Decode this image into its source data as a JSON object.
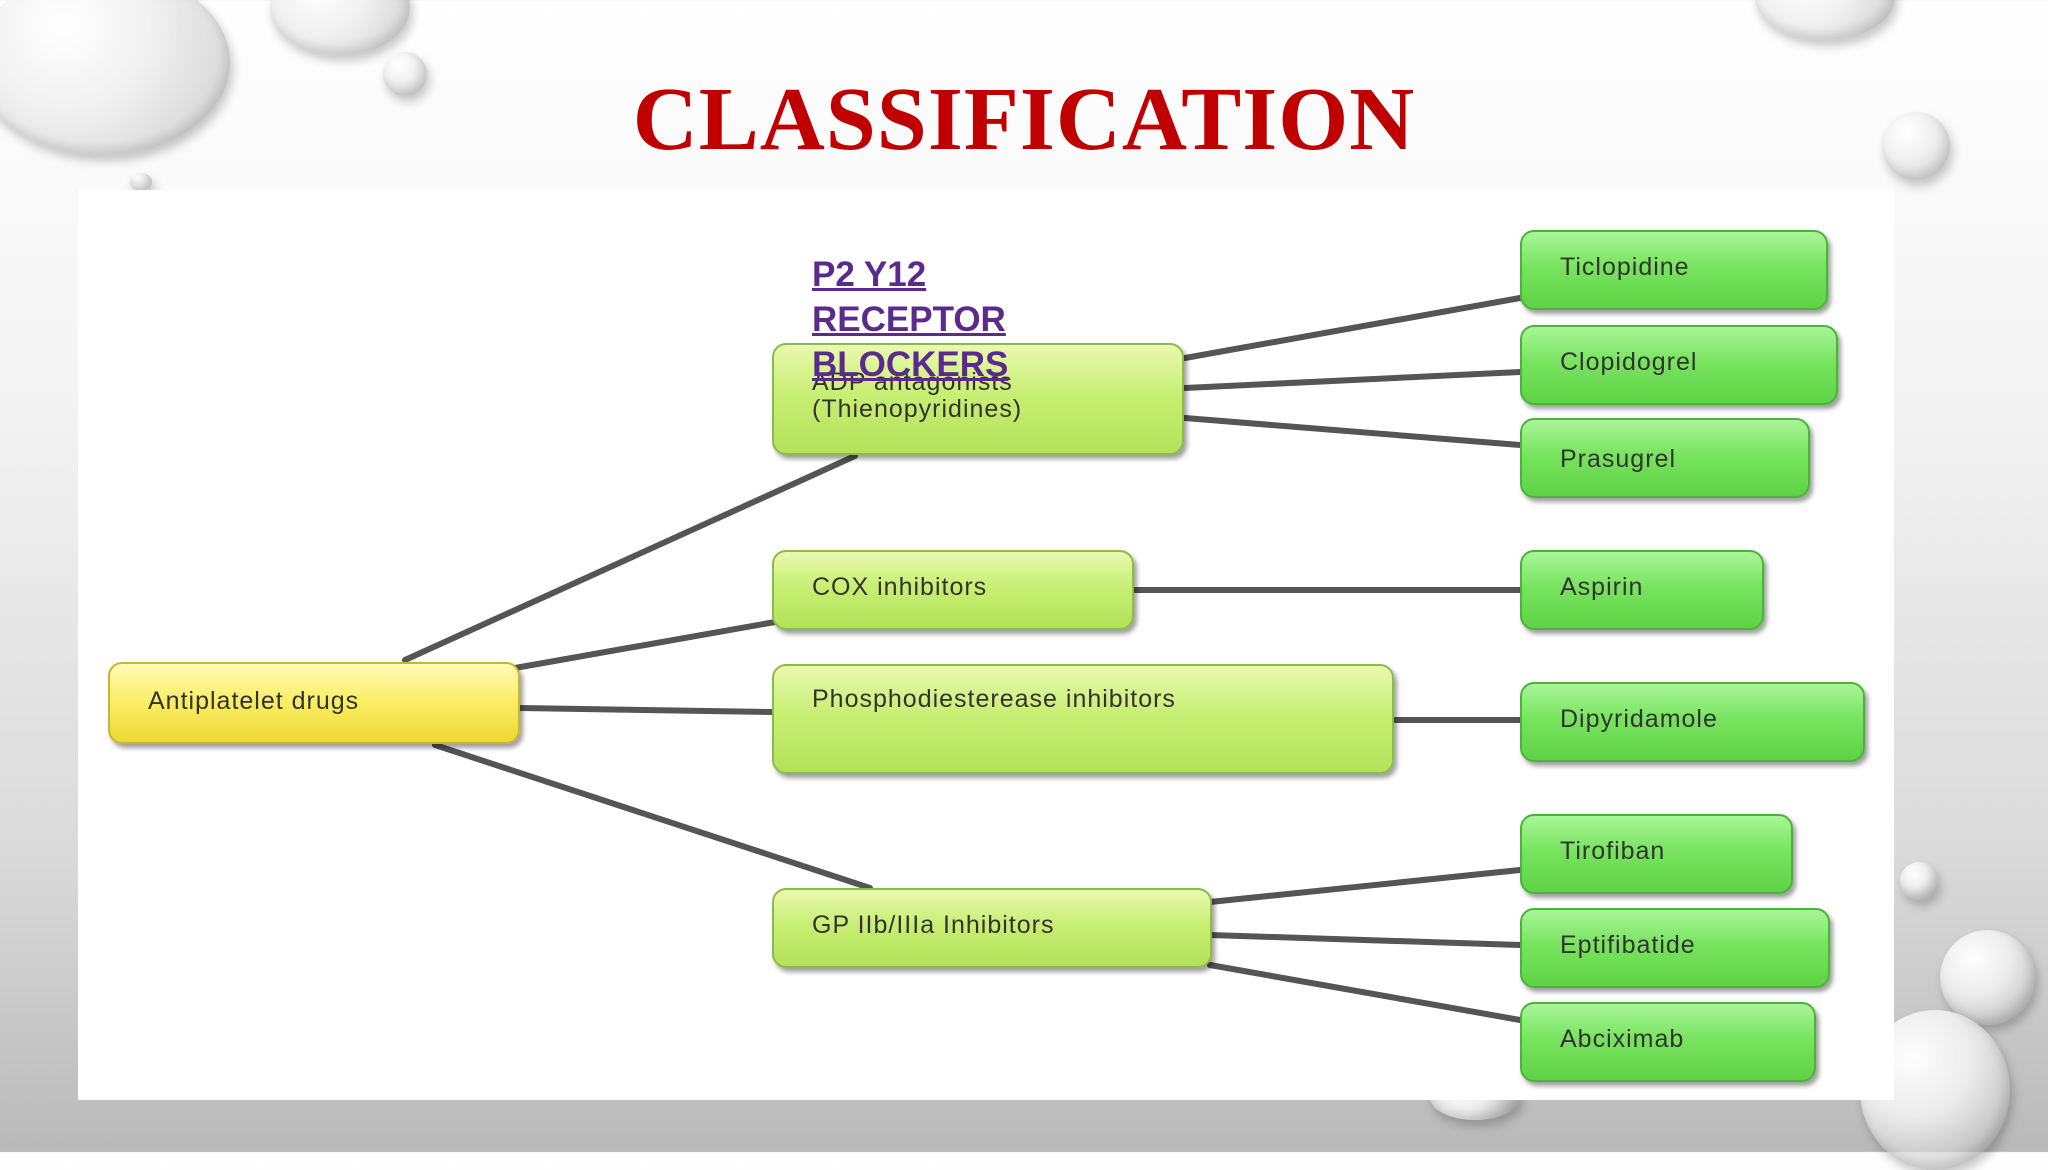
{
  "slide": {
    "title": "CLASSIFICATION",
    "overlay_text": "P2 Y12\nRECEPTOR\nBLOCKERS"
  },
  "diagram": {
    "root": "Antiplatelet drugs",
    "classes": [
      {
        "label": "ADP antagonists\n(Thienopyridines)",
        "drugs": [
          "Ticlopidine",
          "Clopidogrel",
          "Prasugrel"
        ]
      },
      {
        "label": "COX inhibitors",
        "drugs": [
          "Aspirin"
        ]
      },
      {
        "label": "Phosphodiesterease inhibitors",
        "drugs": [
          "Dipyridamole"
        ]
      },
      {
        "label": "GP IIb/IIIa Inhibitors",
        "drugs": [
          "Tirofiban",
          "Eptifibatide",
          "Abciximab"
        ]
      }
    ]
  },
  "colors": {
    "title": "#c00000",
    "overlay": "#5a2a8c",
    "root_fill": "#fbee64",
    "class_fill": "#c8ef74",
    "drug_fill": "#79e460",
    "connector": "#555555"
  }
}
